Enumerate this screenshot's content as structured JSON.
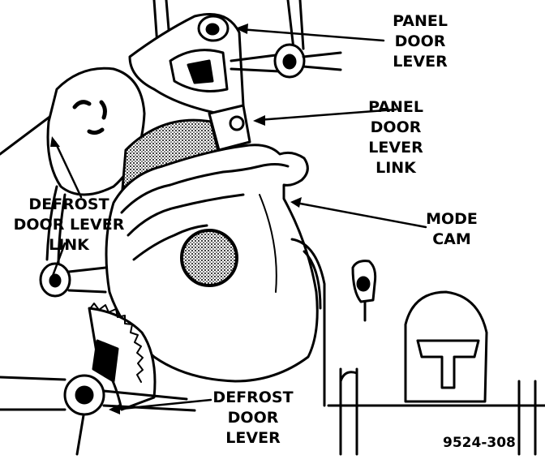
{
  "labels": {
    "panel_door_lever": [
      "PANEL",
      "DOOR",
      "LEVER"
    ],
    "panel_door_lever_link": [
      "PANEL",
      "DOOR",
      "LEVER",
      "LINK"
    ],
    "mode_cam": [
      "MODE",
      "CAM"
    ],
    "defrost_door_lever_link": [
      "DEFROST",
      "DOOR LEVER",
      "LINK"
    ],
    "defrost_door_lever": [
      "DEFROST",
      "DOOR",
      "LEVER"
    ]
  },
  "figure_id": "9524-308",
  "colors": {
    "ink": "#000000",
    "paper": "#ffffff",
    "cam_shade": "#777777"
  }
}
